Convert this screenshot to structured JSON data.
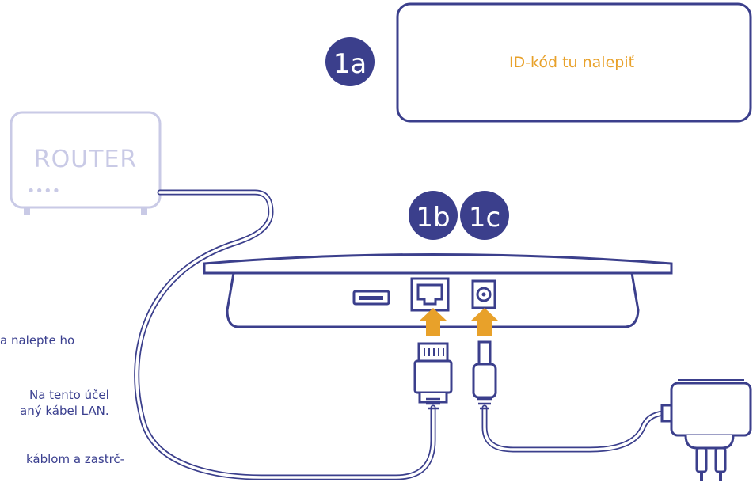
{
  "colors": {
    "navy": "#3b3f8c",
    "router_gray": "#c9cae6",
    "orange": "#e8a12a",
    "white": "#ffffff"
  },
  "steps": {
    "a": "1a",
    "b": "1b",
    "c": "1c"
  },
  "id_box": {
    "label": "ID-kód tu nalepiť"
  },
  "router": {
    "label": "ROUTER",
    "dots": "••••"
  },
  "instructions": [
    "a nalepte ho",
    "Na tento účel",
    "aný kábel LAN.",
    "káblom a zastrč-"
  ],
  "icons": {
    "usb_port": "usb-port-icon",
    "lan_port": "ethernet-port-icon",
    "power_port": "dc-power-port-icon",
    "lan_plug": "ethernet-plug-icon",
    "power_plug": "dc-plug-icon",
    "adapter": "power-adapter-icon"
  }
}
